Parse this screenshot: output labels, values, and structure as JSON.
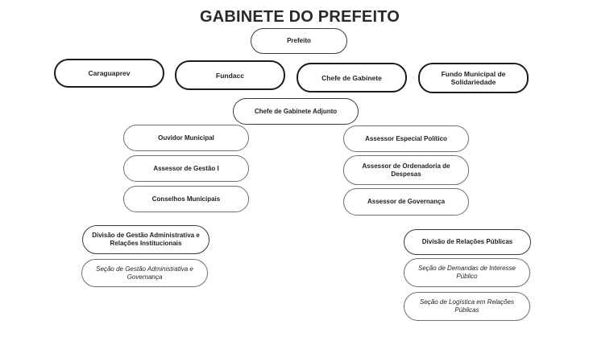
{
  "title": "GABINETE DO PREFEITO",
  "nodes": {
    "prefeito": "Prefeito",
    "caraguaprev": "Caraguaprev",
    "fundacc": "Fundacc",
    "chefe_gabinete": "Chefe de Gabinete",
    "fundo_municipal": "Fundo Municipal de Solidariedade",
    "chefe_adjunto": "Chefe de Gabinete Adjunto",
    "ouvidor": "Ouvidor Municipal",
    "assessor_gestao": "Assessor de Gestão I",
    "conselhos": "Conselhos Municipais",
    "assessor_politico": "Assessor Especial Político",
    "assessor_despesas": "Assessor de Ordenadoria de Despesas",
    "assessor_governanca": "Assessor de Governança",
    "divisao_gestao": "Divisão de Gestão Administrativa e Relações Institucionais",
    "secao_gestao": "Seção de Gestão Administrativa e Governança",
    "divisao_relacoes": "Divisão de Relações Públicas",
    "secao_demandas": "Seção de Demandas de Interesse Público",
    "secao_logistica": "Seção de Logística em Relações Públicas"
  }
}
